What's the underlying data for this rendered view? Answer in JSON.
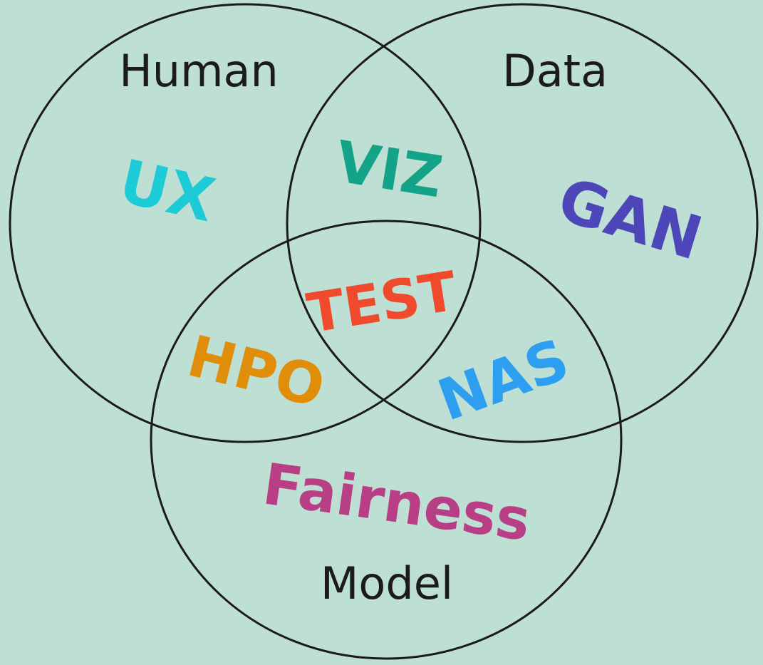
{
  "background_color": "#bedfd3",
  "sets": {
    "human": {
      "label": "Human"
    },
    "data": {
      "label": "Data"
    },
    "model": {
      "label": "Model"
    }
  },
  "regions": {
    "human_only": {
      "label": "UX",
      "color": "#1dcbd6"
    },
    "human_data": {
      "label": "VIZ",
      "color": "#12a388"
    },
    "data_only": {
      "label": "GAN",
      "color": "#4d46b8"
    },
    "all_three": {
      "label": "TEST",
      "color": "#f04a2c"
    },
    "human_model": {
      "label": "HPO",
      "color": "#e08e0a"
    },
    "data_model": {
      "label": "NAS",
      "color": "#2e9ef0"
    },
    "model_only": {
      "label": "Fairness",
      "color": "#b83f85"
    }
  }
}
